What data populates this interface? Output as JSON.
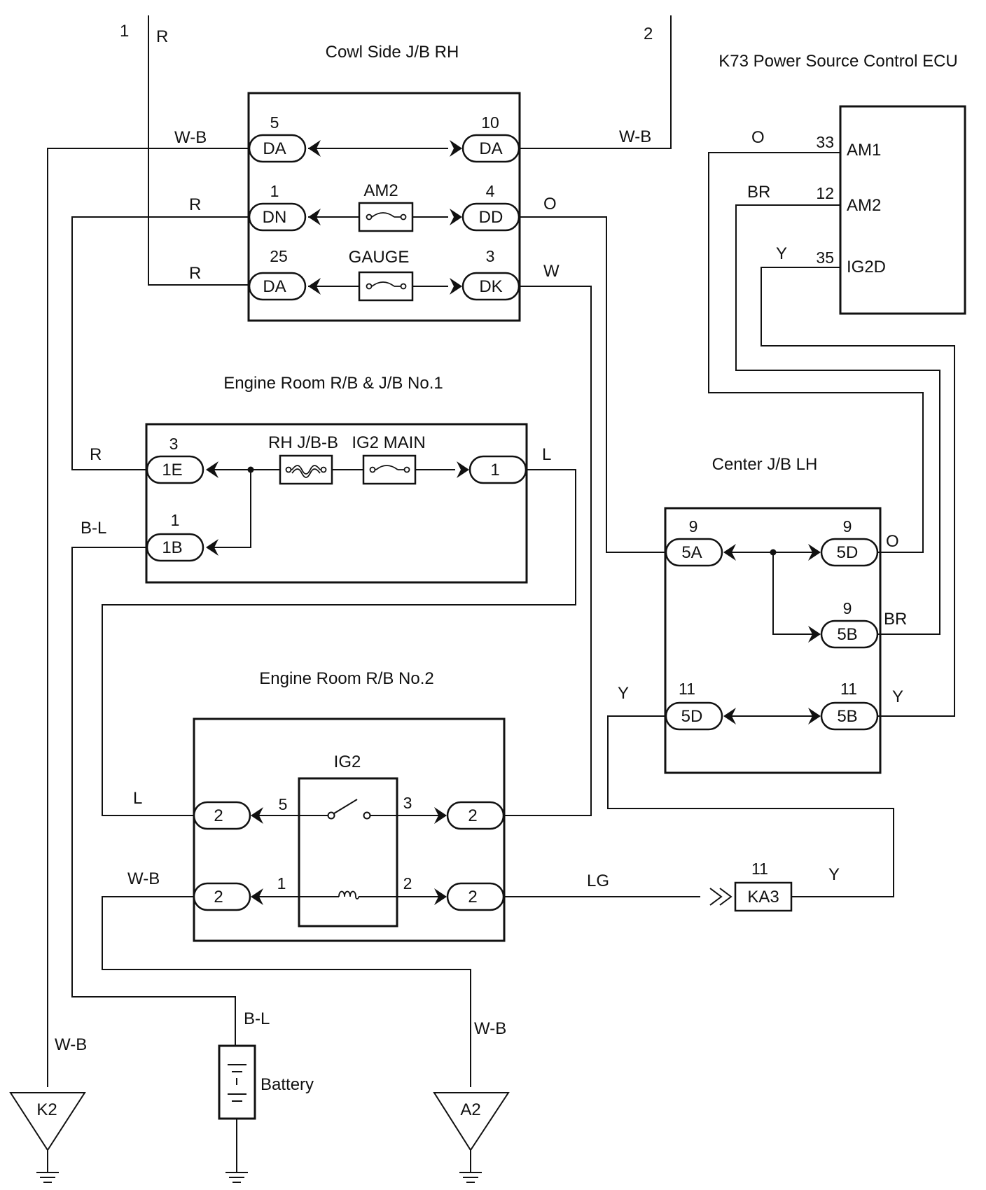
{
  "branch_labels": {
    "left": "1",
    "right": "2"
  },
  "wire_colors": {
    "R": "R",
    "WB": "W-B",
    "O": "O",
    "W": "W",
    "L": "L",
    "BL": "B-L",
    "BR": "BR",
    "Y": "Y",
    "LG": "LG"
  },
  "cowl": {
    "title": "Cowl Side J/B RH",
    "da5": {
      "pin": "5",
      "code": "DA"
    },
    "da10": {
      "pin": "10",
      "code": "DA"
    },
    "dn1": {
      "pin": "1",
      "code": "DN"
    },
    "dd4": {
      "pin": "4",
      "code": "DD"
    },
    "da25": {
      "pin": "25",
      "code": "DA"
    },
    "dk3": {
      "pin": "3",
      "code": "DK"
    },
    "fuse_am2": "AM2",
    "fuse_gauge": "GAUGE"
  },
  "ecu": {
    "title": "K73 Power Source Control ECU",
    "pins": [
      {
        "num": "33",
        "name": "AM1",
        "wire": "O"
      },
      {
        "num": "12",
        "name": "AM2",
        "wire": "BR"
      },
      {
        "num": "35",
        "name": "IG2D",
        "wire": "Y"
      }
    ]
  },
  "er1": {
    "title": "Engine Room R/B & J/B No.1",
    "c1e": {
      "pin": "3",
      "code": "1E"
    },
    "c1b": {
      "pin": "1",
      "code": "1B"
    },
    "c1": {
      "code": "1"
    },
    "fuse_rhjbb": "RH J/B-B",
    "fuse_ig2main": "IG2 MAIN"
  },
  "center": {
    "title": "Center J/B LH",
    "c5a": {
      "pin": "9",
      "code": "5A"
    },
    "c5d_top": {
      "pin": "9",
      "code": "5D"
    },
    "c5b_mid": {
      "pin": "9",
      "code": "5B"
    },
    "c5d_bot": {
      "pin": "11",
      "code": "5D"
    },
    "c5b_bot": {
      "pin": "11",
      "code": "5B"
    }
  },
  "er2": {
    "title": "Engine Room R/B No.2",
    "relay": "IG2",
    "relay_pins": {
      "p5": "5",
      "p3": "3",
      "p1": "1",
      "p2": "2"
    },
    "conn": "2"
  },
  "ka3": {
    "pin": "11",
    "code": "KA3"
  },
  "grounds": {
    "k2": "K2",
    "a2": "A2"
  },
  "battery": "Battery"
}
